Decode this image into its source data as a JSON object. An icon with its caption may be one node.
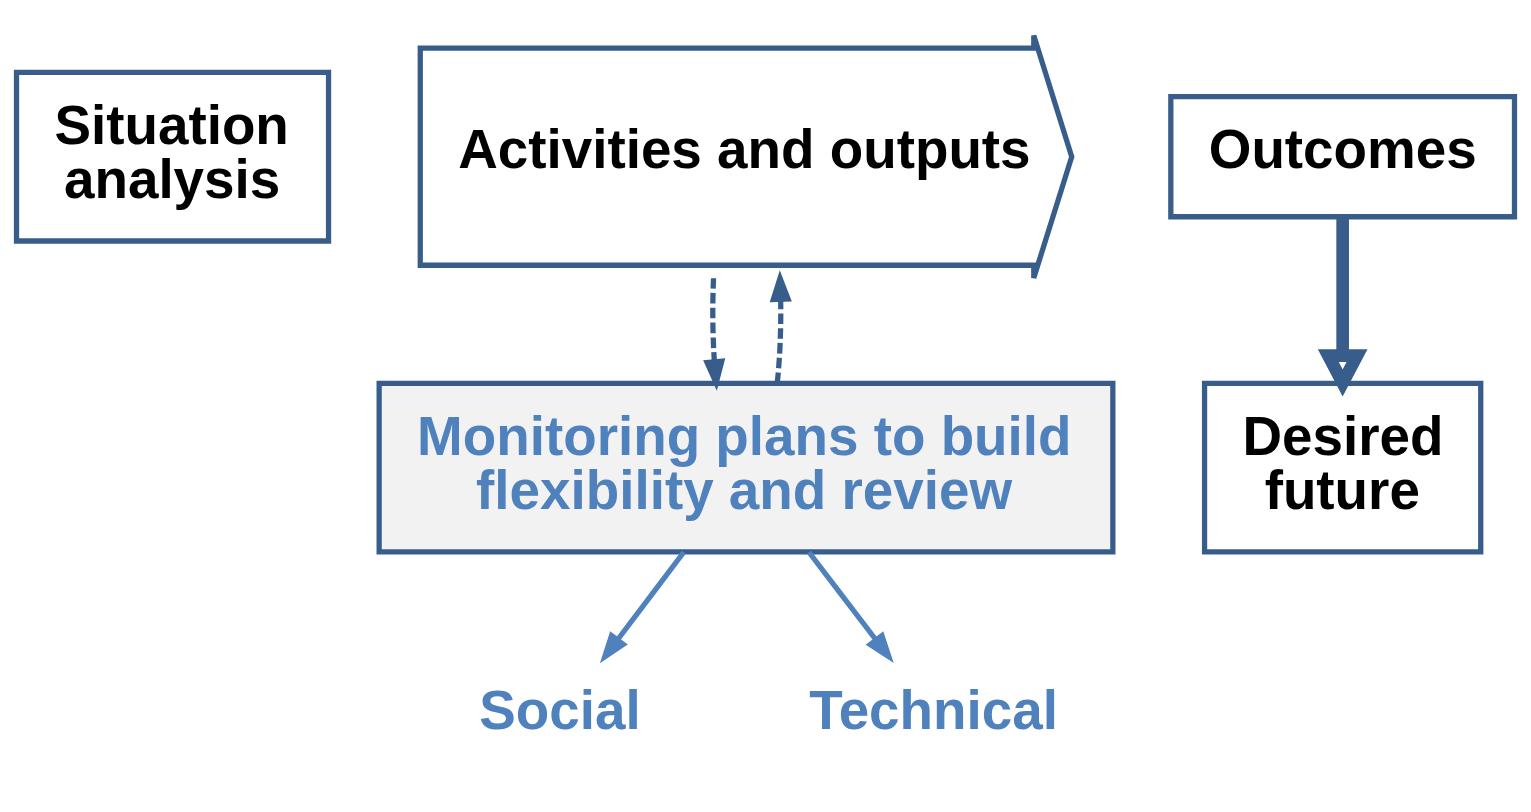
{
  "diagram": {
    "nodes": [
      {
        "text": [
          "Situation analysis"
        ]
      },
      {
        "text": [
          "Activities and outputs"
        ]
      },
      {
        "text": [
          "Outcomes"
        ]
      },
      {
        "text": [
          "Desired future"
        ]
      },
      {
        "text": [
          "Monitoring plans to build flexibility and review"
        ]
      },
      {
        "text": [
          "Social"
        ]
      },
      {
        "text": [
          "Technical"
        ]
      }
    ],
    "edges": [
      {
        "from": 2,
        "to": 3,
        "arrow": "to",
        "style": "thick"
      },
      {
        "from": 1,
        "to": 4,
        "arrow": "to",
        "style": "dashed"
      },
      {
        "from": 4,
        "to": 1,
        "arrow": "to",
        "style": "dashed"
      },
      {
        "from": 4,
        "to": 5,
        "arrow": "to",
        "color": "#4f81bd"
      },
      {
        "from": 4,
        "to": 6,
        "arrow": "to",
        "color": "#4f81bd"
      }
    ]
  }
}
